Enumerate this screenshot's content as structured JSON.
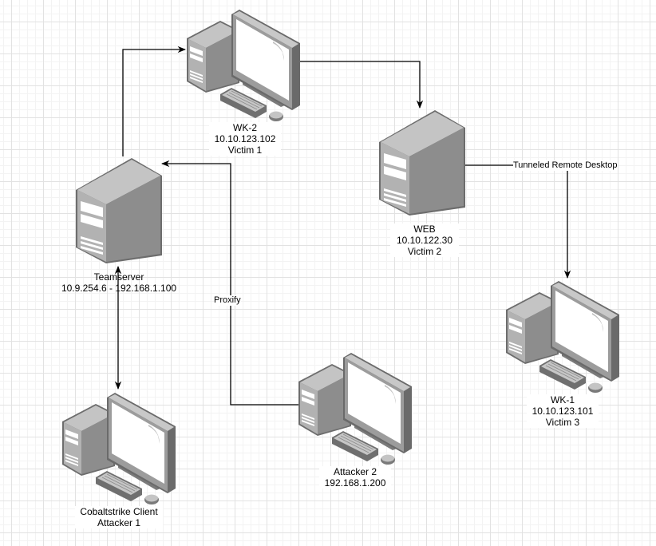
{
  "diagram": {
    "nodes": [
      {
        "id": "wk2",
        "type": "workstation",
        "lines": [
          "WK-2",
          "10.10.123.102",
          "Victim 1"
        ]
      },
      {
        "id": "web",
        "type": "server",
        "lines": [
          "WEB",
          "10.10.122.30",
          "Victim 2"
        ]
      },
      {
        "id": "teamserver",
        "type": "server",
        "lines": [
          "Teamserver",
          "10.9.254.6 - 192.168.1.100"
        ]
      },
      {
        "id": "wk1",
        "type": "workstation",
        "lines": [
          "WK-1",
          "10.10.123.101",
          "Victim 3"
        ]
      },
      {
        "id": "attacker2",
        "type": "workstation",
        "lines": [
          "Attacker 2",
          "192.168.1.200"
        ]
      },
      {
        "id": "cs-client",
        "type": "workstation",
        "lines": [
          "Cobaltstrike Client",
          "Attacker 1"
        ]
      }
    ],
    "edges": [
      {
        "from": "teamserver",
        "to": "wk2",
        "label": "",
        "direction": "forward"
      },
      {
        "from": "wk2",
        "to": "web",
        "label": "",
        "direction": "forward"
      },
      {
        "from": "web",
        "to": "wk1",
        "label": "Tunneled Remote Desktop",
        "direction": "forward"
      },
      {
        "from": "attacker2",
        "to": "teamserver",
        "label": "Proxify",
        "direction": "forward"
      },
      {
        "from": "teamserver",
        "to": "cs-client",
        "label": "",
        "direction": "both"
      }
    ]
  }
}
